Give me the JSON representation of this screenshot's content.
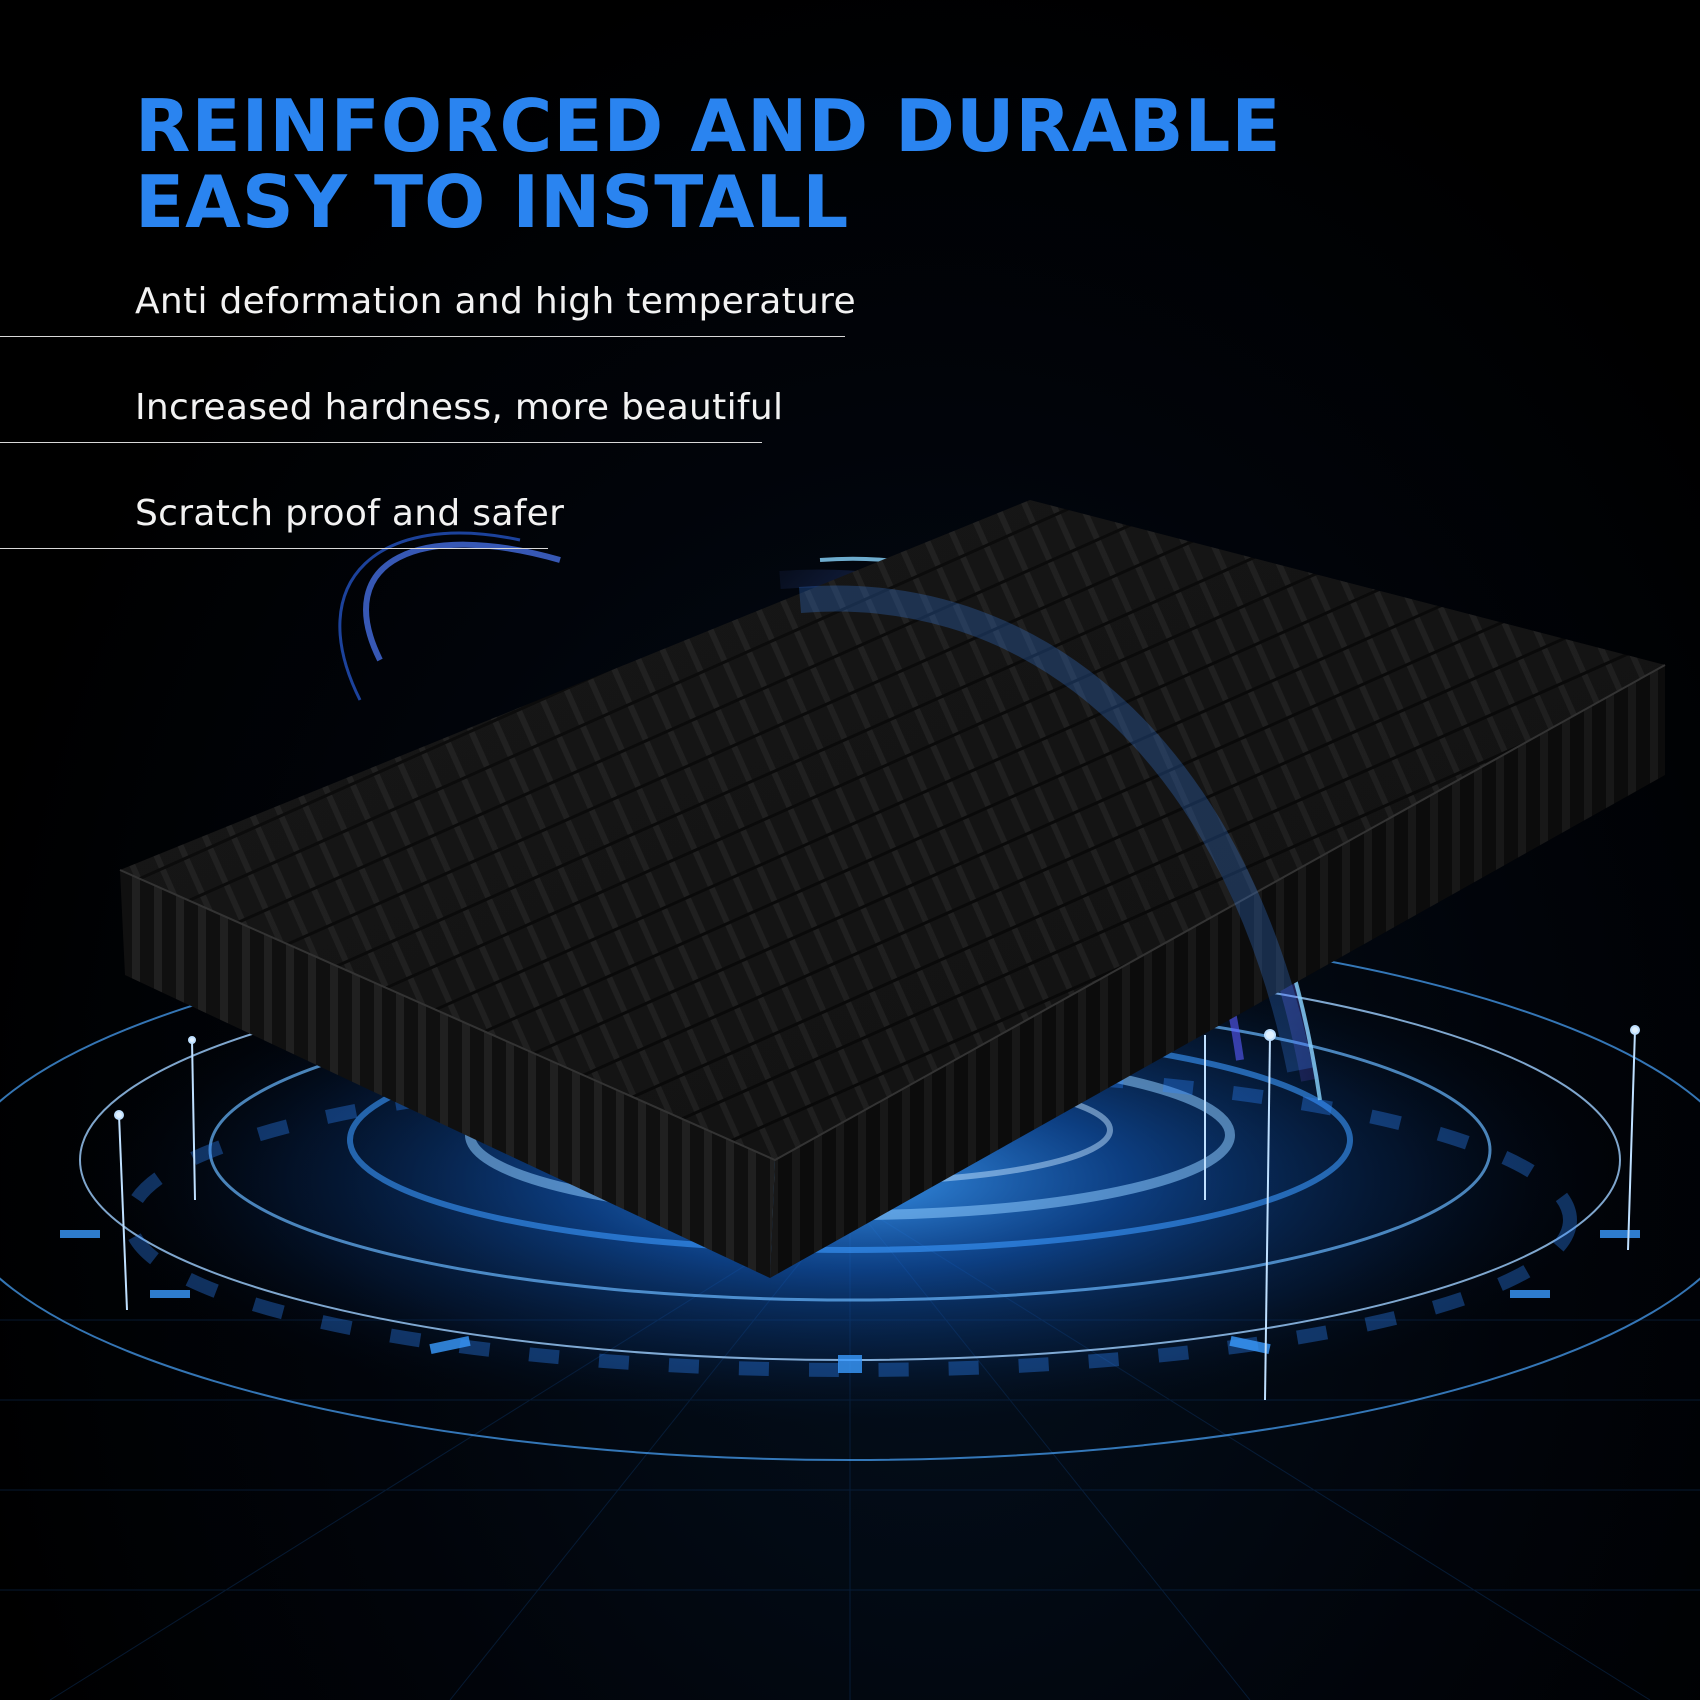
{
  "headline": {
    "line1": "REINFORCED AND DURABLE",
    "line2": "EASY TO INSTALL"
  },
  "features": [
    "Anti deformation and high temperature",
    "Increased hardness, more beautiful",
    "Scratch proof and safer"
  ],
  "colors": {
    "headline": "#2a84f0",
    "feature_text": "#f2f2f2",
    "background": "#000000",
    "glow": "#1a7cff",
    "heatsink": "#141414"
  },
  "product": "black-aluminum-heatsink-image"
}
